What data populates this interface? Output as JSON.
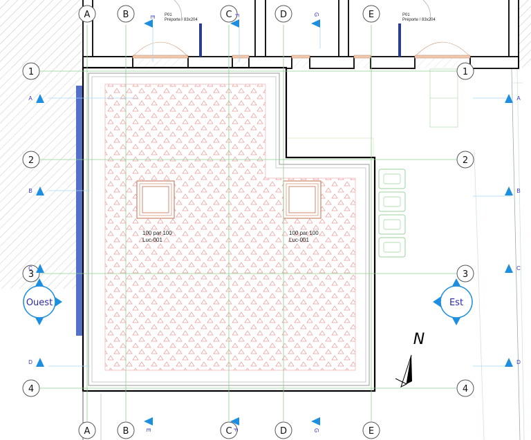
{
  "grid": {
    "columns": [
      "A",
      "B",
      "C",
      "D",
      "E"
    ],
    "rows": [
      "1",
      "2",
      "3",
      "4"
    ]
  },
  "section_marks": {
    "west": [
      "A",
      "B",
      "C",
      "D"
    ],
    "east": [
      "A",
      "B",
      "C",
      "D"
    ],
    "top": [
      "E",
      "F",
      "G"
    ],
    "bottom": [
      "E",
      "F",
      "G"
    ]
  },
  "openings": [
    {
      "size": "100 par 100",
      "ref": "Luc-001"
    },
    {
      "size": "100 par 100",
      "ref": "Luc-001"
    }
  ],
  "doors": [
    {
      "code": "P01",
      "type": "Préporte / 83x204"
    },
    {
      "code": "P01",
      "type": "Préporte / 83x204"
    }
  ],
  "elevation_markers": {
    "west": "Ouest",
    "east": "Est"
  },
  "north_label": "N",
  "colors": {
    "grid_line": "#8ecf8e",
    "marker_blue": "#1e8fe0",
    "wall": "#000000",
    "hatch_triangle": "#e08a8a",
    "section_blue": "#5570c8",
    "label_blue": "#3333cc"
  }
}
